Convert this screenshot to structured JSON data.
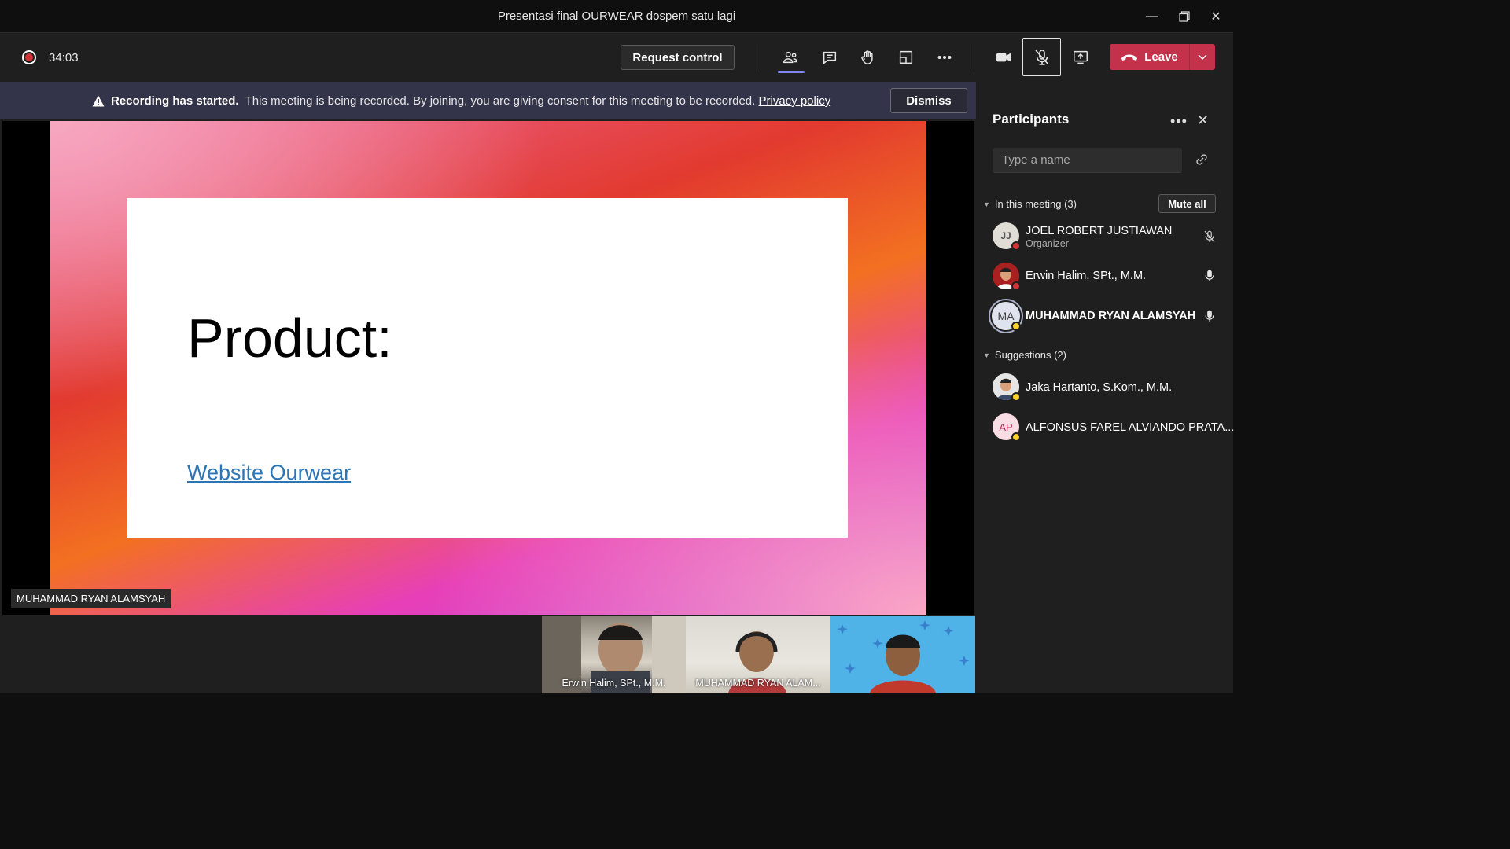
{
  "window": {
    "title": "Presentasi final OURWEAR dospem satu lagi"
  },
  "toolbar": {
    "timer": "34:03",
    "request_control": "Request control",
    "leave_label": "Leave"
  },
  "banner": {
    "bold_text": "Recording has started.",
    "text": "This meeting is being recorded. By joining, you are giving consent for this meeting to be recorded.",
    "link": "Privacy policy",
    "dismiss": "Dismiss"
  },
  "stage": {
    "slide_title": "Product:",
    "slide_link": "Website Ourwear",
    "presenter_label": "MUHAMMAD RYAN ALAMSYAH"
  },
  "video_tiles": [
    {
      "name": "Erwin Halim, SPt., M.M."
    },
    {
      "name": "MUHAMMAD RYAN ALAM..."
    },
    {
      "name": ""
    }
  ],
  "participants": {
    "title": "Participants",
    "search_placeholder": "Type a name",
    "in_meeting_label": "In this meeting (3)",
    "mute_all": "Mute all",
    "suggestions_label": "Suggestions (2)",
    "in_meeting": [
      {
        "initials": "JJ",
        "name": "JOEL ROBERT JUSTIAWAN",
        "role": "Organizer",
        "status_color": "#d13438"
      },
      {
        "initials": "",
        "name": "Erwin Halim, SPt., M.M.",
        "role": "",
        "status_color": "#d13438"
      },
      {
        "initials": "MA",
        "name": "MUHAMMAD RYAN ALAMSYAH",
        "role": "",
        "status_color": "#f8d22a"
      }
    ],
    "suggestions": [
      {
        "initials": "",
        "name": "Jaka Hartanto, S.Kom., M.M.",
        "status_color": "#f8d22a"
      },
      {
        "initials": "AP",
        "name": "ALFONSUS FAREL ALVIANDO PRATA...",
        "status_color": "#f8d22a"
      }
    ]
  },
  "colors": {
    "accent": "#7f85f5",
    "leave": "#c4314b",
    "banner": "#33344a"
  }
}
